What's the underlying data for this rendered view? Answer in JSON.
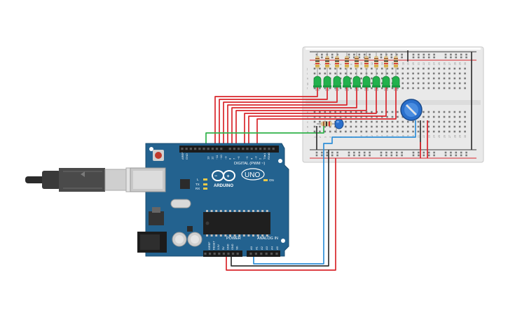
{
  "arduino": {
    "brand": "ARDUINO",
    "model": "UNO",
    "digital_label": "DIGITAL (PWM ~)",
    "power_label": "POWER",
    "analog_label": "ANALOG IN",
    "on_label": "ON",
    "tx_label": "TX",
    "rx_label": "RX",
    "l_label": "L",
    "aref": "AREF",
    "gnd": "GND",
    "digital_pins": [
      "13",
      "12",
      "~11",
      "~10",
      "~9",
      "8",
      "7",
      "~6",
      "~5",
      "4",
      "~3",
      "2",
      "TX▸1",
      "RX◂0"
    ],
    "power_pins": [
      "IOREF",
      "RESET",
      "3.3V",
      "5V",
      "GND",
      "GND",
      "Vin"
    ],
    "analog_pins": [
      "A0",
      "A1",
      "A2",
      "A3",
      "A4",
      "A5"
    ]
  },
  "breadboard": {
    "row_letters_top": [
      "j",
      "i",
      "h",
      "g",
      "f"
    ],
    "row_letters_bottom": [
      "e",
      "d",
      "c",
      "b",
      "a"
    ],
    "column_numbers": [
      "1",
      "2",
      "3",
      "4",
      "5",
      "6",
      "7",
      "8",
      "9",
      "10",
      "11",
      "12",
      "13",
      "14",
      "15",
      "16",
      "17",
      "18",
      "19",
      "20",
      "21",
      "22",
      "23",
      "24",
      "25",
      "26",
      "27",
      "28",
      "29",
      "30"
    ]
  },
  "colors": {
    "board": "#23628f",
    "board_dark": "#1b4c70",
    "led": "#22b14c",
    "wire_red": "#d9252b",
    "wire_green": "#30b34a",
    "wire_blue": "#2f8fd8",
    "wire_black": "#333333",
    "pot": "#2a6fcb"
  }
}
